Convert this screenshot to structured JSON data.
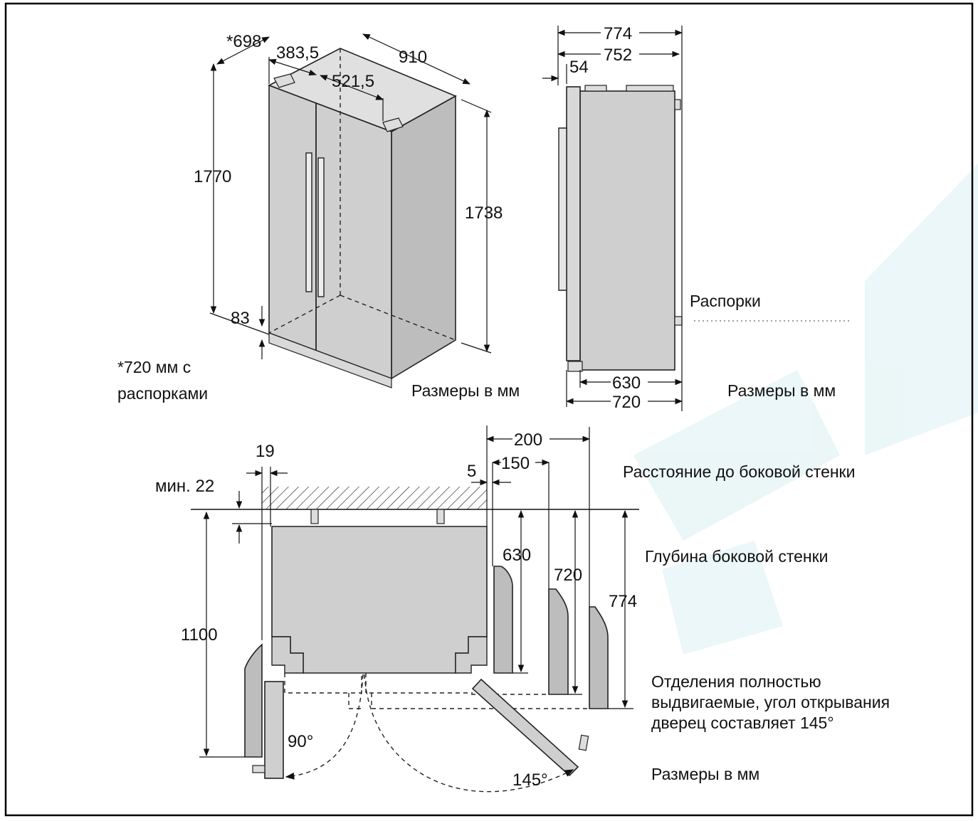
{
  "top_left": {
    "dims": {
      "d698": "*698",
      "d383": "383,5",
      "d910": "910",
      "d521": "521,5",
      "d1770": "1770",
      "d1738": "1738",
      "d83": "83"
    },
    "footnote_line1": "*720 мм с",
    "footnote_line2": "распорками",
    "units": "Размеры в мм"
  },
  "top_right": {
    "dims": {
      "d774": "774",
      "d752": "752",
      "d54": "54",
      "d630": "630",
      "d720": "720"
    },
    "spacers_label": "Распорки",
    "units": "Размеры в мм"
  },
  "bottom": {
    "dims": {
      "d19": "19",
      "min22": "мин. 22",
      "d5": "5",
      "d200": "200",
      "d150": "150",
      "d630": "630",
      "d720": "720",
      "d774": "774",
      "d1100": "1100",
      "a90": "90°",
      "a145": "145°"
    },
    "side_distance_label": "Расстояние до боковой стенки",
    "side_depth_label": "Глубина боковой стенки",
    "drawers_line1": "Отделения полностью",
    "drawers_line2": "выдвигаемые, угол открывания",
    "drawers_line3": "дверец составляет 145°",
    "units": "Размеры в мм"
  }
}
